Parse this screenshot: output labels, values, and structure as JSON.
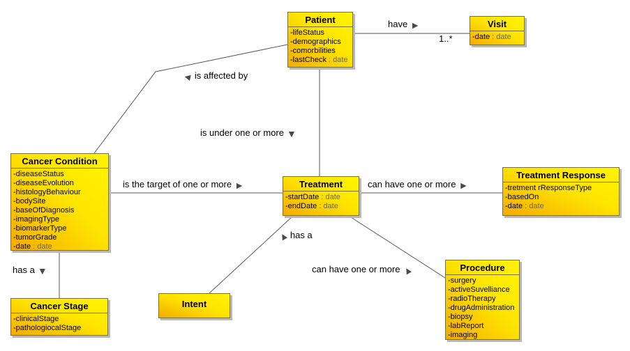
{
  "diagram_type": "uml-class-diagram",
  "colors": {
    "box_gradient_dark": "#f3ab00",
    "box_gradient_bright": "#fff400",
    "box_border": "#77713d",
    "box_shadow": "#b8b8b8",
    "connector": "#595959",
    "type_text": "#6b6849",
    "arrow": "#4a4a4a"
  },
  "classes": [
    {
      "name": "Patient",
      "attributes": [
        {
          "n": "-lifeStatus",
          "t": ""
        },
        {
          "n": "-demographics",
          "t": ""
        },
        {
          "n": "-comorbilities",
          "t": ""
        },
        {
          "n": "-lastCheck",
          "t": " : date"
        }
      ]
    },
    {
      "name": "Visit",
      "attributes": [
        {
          "n": "-date",
          "t": " : date"
        }
      ]
    },
    {
      "name": "Cancer Condition",
      "attributes": [
        {
          "n": "-diseaseStatus",
          "t": ""
        },
        {
          "n": "-diseaseEvolution",
          "t": ""
        },
        {
          "n": "-histologyBehaviour",
          "t": ""
        },
        {
          "n": "-bodySite",
          "t": ""
        },
        {
          "n": "-baseOfDiagnosis",
          "t": ""
        },
        {
          "n": "-imagingType",
          "t": ""
        },
        {
          "n": "-biomarkerType",
          "t": ""
        },
        {
          "n": "-tumorGrade",
          "t": ""
        },
        {
          "n": "-date",
          "t": " : date"
        }
      ]
    },
    {
      "name": "Treatment",
      "attributes": [
        {
          "n": "-startDate",
          "t": " : date"
        },
        {
          "n": "-endDate",
          "t": " : date"
        }
      ]
    },
    {
      "name": "Treatment Response",
      "attributes": [
        {
          "n": "-tretment rResponseType",
          "t": ""
        },
        {
          "n": "-basedOn",
          "t": ""
        },
        {
          "n": "-date",
          "t": " : date"
        }
      ]
    },
    {
      "name": "Cancer Stage",
      "attributes": [
        {
          "n": "-clinicalStage",
          "t": ""
        },
        {
          "n": "-pathologiocalStage",
          "t": ""
        }
      ]
    },
    {
      "name": "Intent",
      "attributes": []
    },
    {
      "name": "Procedure",
      "attributes": [
        {
          "n": "-surgery",
          "t": ""
        },
        {
          "n": "-activeSuvelliance",
          "t": ""
        },
        {
          "n": "-radioTherapy",
          "t": ""
        },
        {
          "n": "-drugAdministration",
          "t": ""
        },
        {
          "n": "-biopsy",
          "t": ""
        },
        {
          "n": "-labReport",
          "t": ""
        },
        {
          "n": "-imaging",
          "t": ""
        }
      ]
    }
  ],
  "labels": [
    {
      "pre": "",
      "text": "have",
      "post": "►"
    },
    {
      "pre": "",
      "text": "1..*",
      "post": ""
    },
    {
      "pre": "◄",
      "text": "is affected by",
      "post": ""
    },
    {
      "pre": "",
      "text": "is under one or more",
      "post": "▼"
    },
    {
      "pre": "",
      "text": "is the target of one or more",
      "post": "►"
    },
    {
      "pre": "",
      "text": "can have one or more",
      "post": "►"
    },
    {
      "pre": "▲",
      "text": "has a",
      "post": ""
    },
    {
      "pre": "",
      "text": "can have one or more",
      "post": "▲"
    },
    {
      "pre": "",
      "text": "has a",
      "post": "▼"
    }
  ]
}
